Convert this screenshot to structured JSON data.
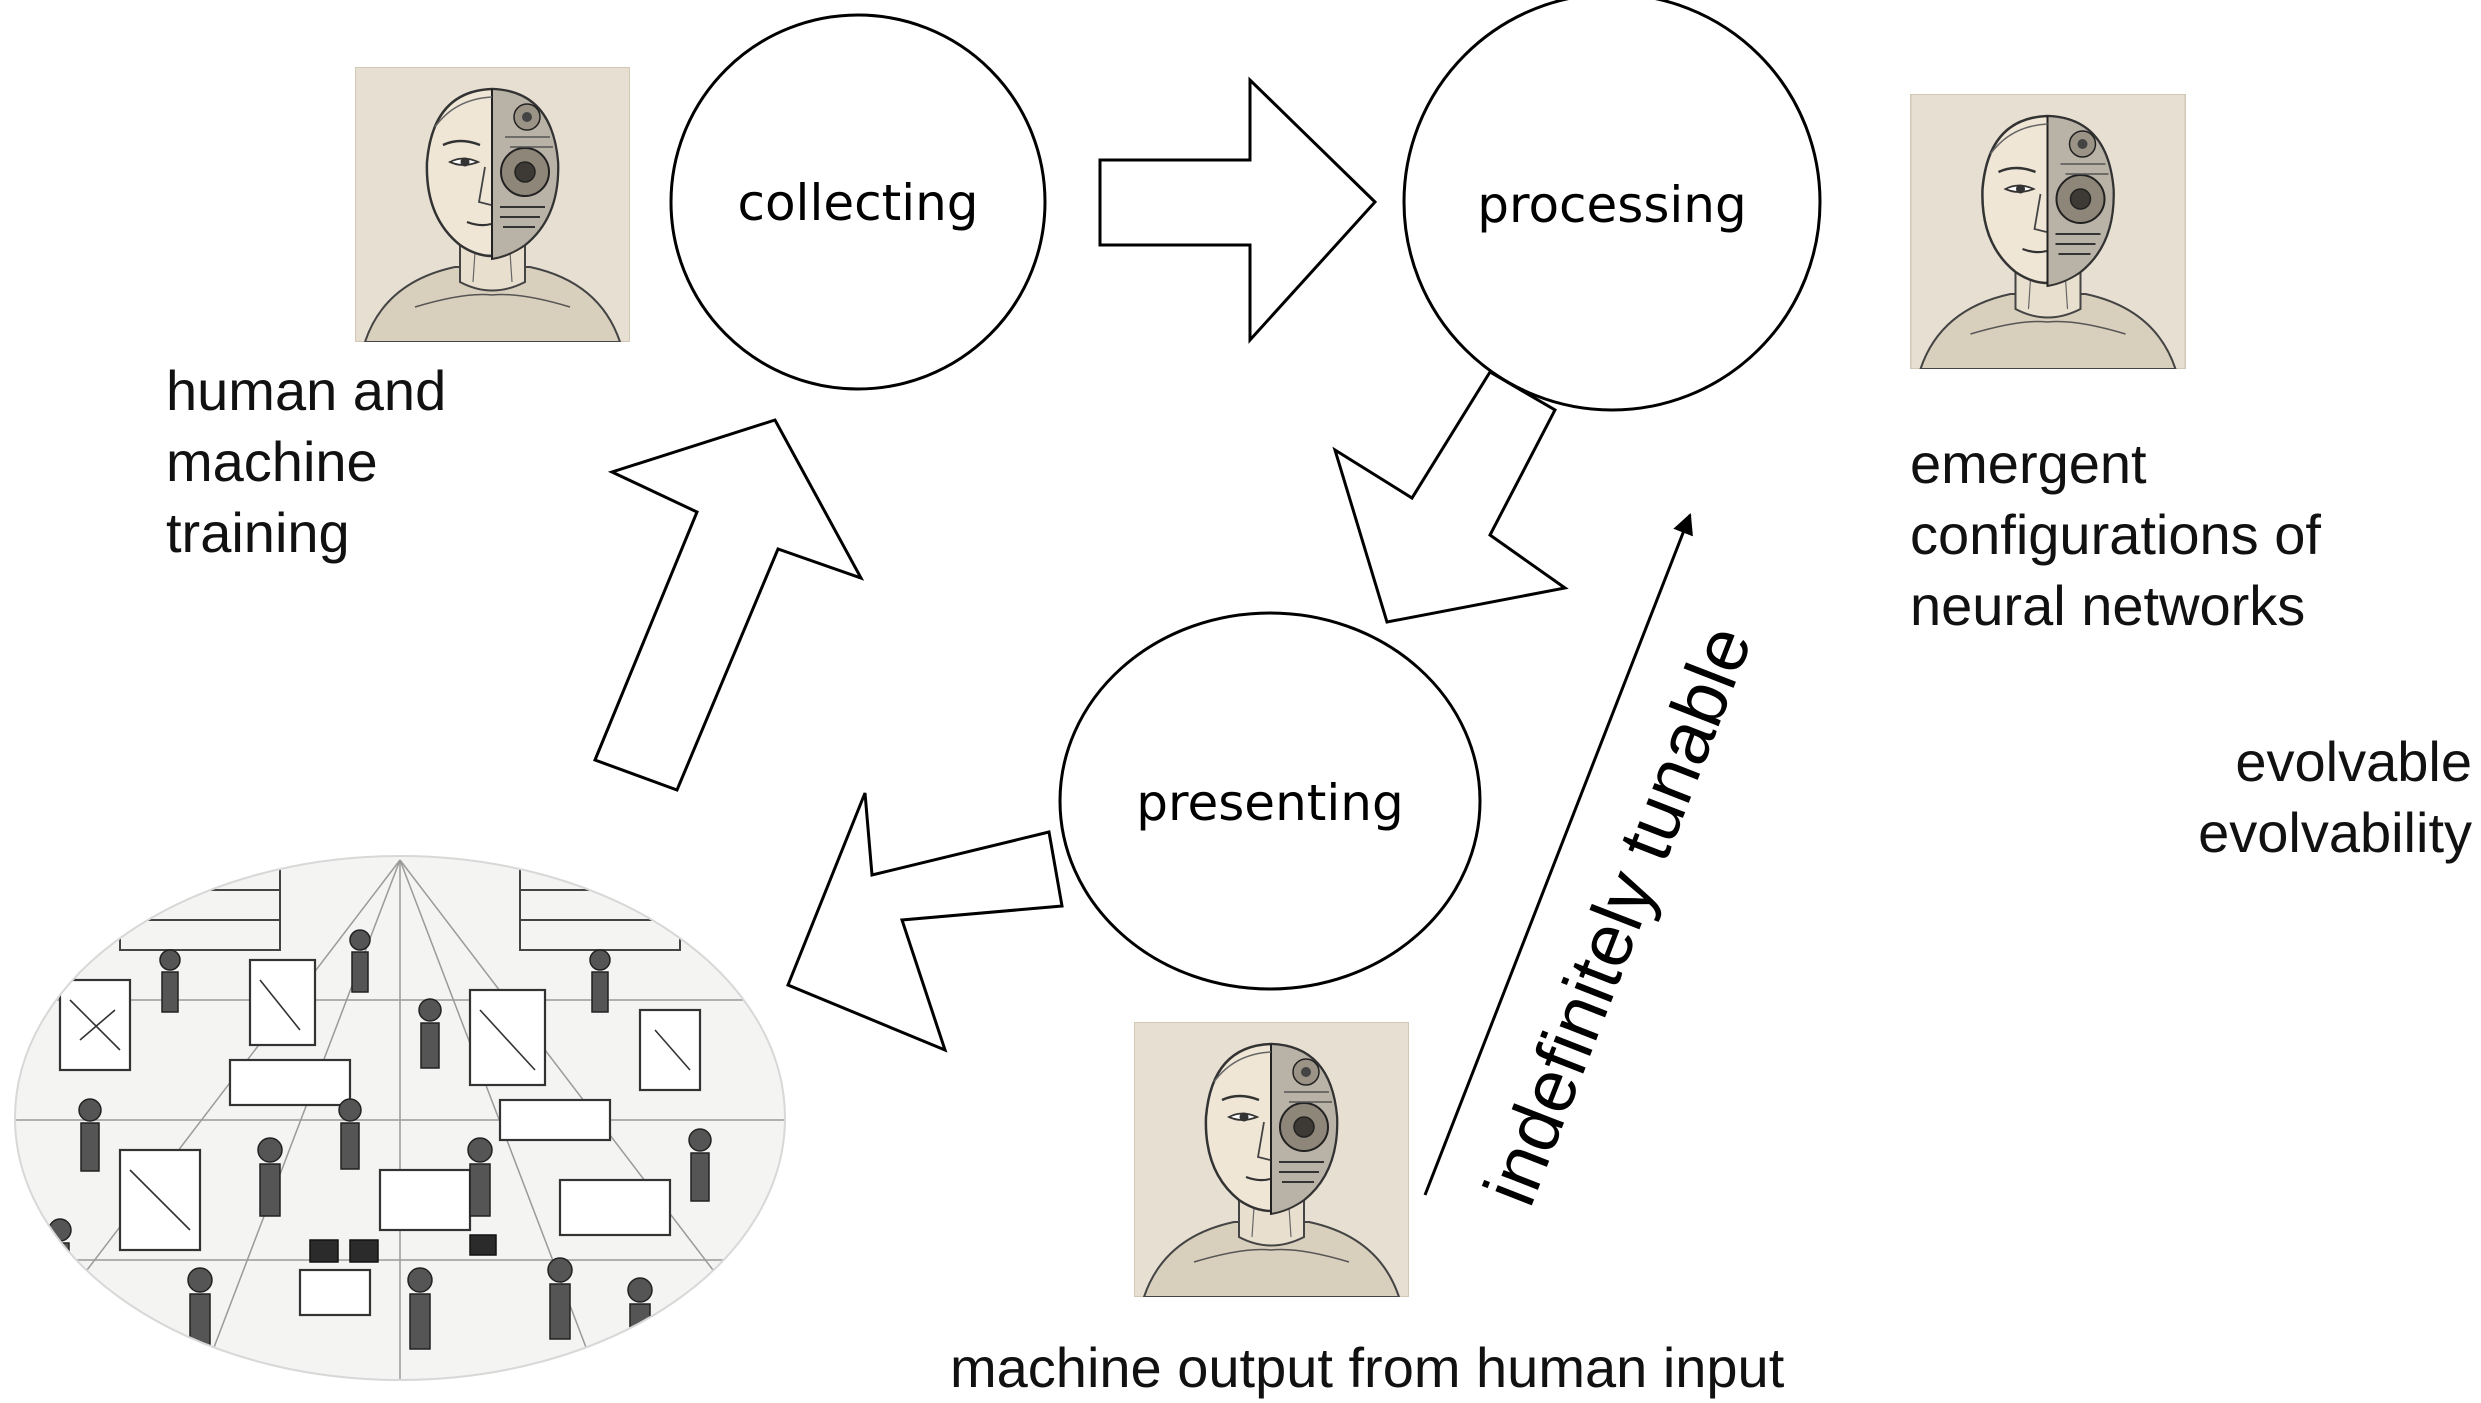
{
  "nodes": {
    "collecting": {
      "label": "collecting"
    },
    "processing": {
      "label": "processing"
    },
    "presenting": {
      "label": "presenting"
    }
  },
  "captions": {
    "human_machine_training": [
      "human and",
      "machine",
      "training"
    ],
    "emergent_configurations": [
      "emergent",
      "configurations of",
      "neural networks"
    ],
    "evolvable": [
      "evolvable",
      "evolvability"
    ],
    "machine_output": "machine output from human input"
  },
  "tunable_label": "indefinitely tunable",
  "images": {
    "portrait": "half-human half-machine head illustration",
    "crowd": "crowd of people working at desks, easels and computers illustration"
  },
  "colors": {
    "stroke": "#000000",
    "portrait_bg": "#e6dfd2",
    "sketch": "#3b3b3b"
  }
}
